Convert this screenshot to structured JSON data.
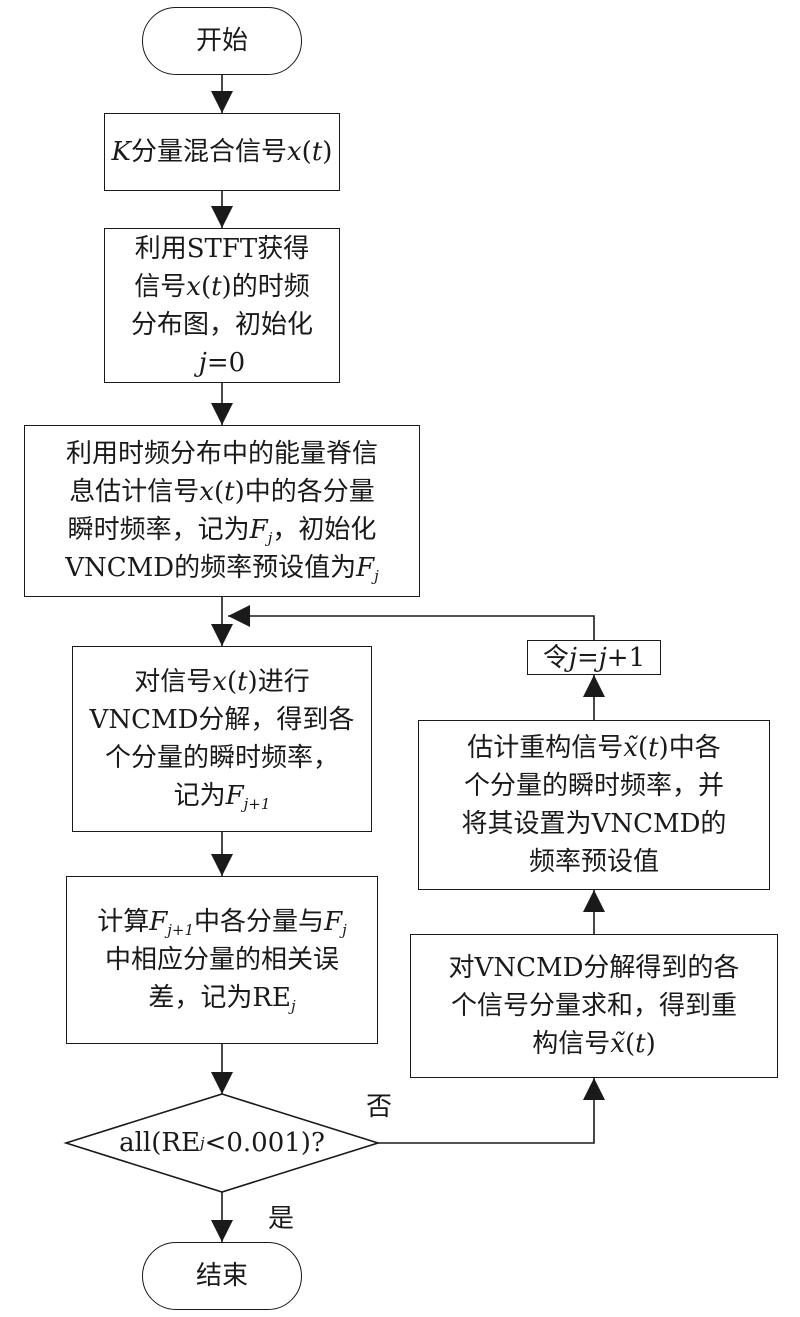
{
  "flowchart": {
    "start": "开始",
    "input": [
      "K",
      "分量混合信号",
      "x",
      "(",
      "t",
      ")"
    ],
    "stft": {
      "l1": "利用STFT获得",
      "l2": [
        "信号",
        "x",
        "(",
        "t",
        ")",
        "的时频"
      ],
      "l3": "分布图，初始化",
      "l4": [
        "j",
        "=0"
      ]
    },
    "estimate": {
      "l1": "利用时频分布中的能量脊信",
      "l2": [
        "息估计信号",
        "x",
        "(",
        "t",
        ")",
        "中的各分量"
      ],
      "l3": [
        "瞬时频率，记为",
        "F",
        "j",
        "，初始化"
      ],
      "l4": [
        "VNCMD的频率预设值为",
        "F",
        "j"
      ]
    },
    "decompose": {
      "l1": [
        "对信号",
        "x",
        "(",
        "t",
        ")",
        "进行"
      ],
      "l2": "VNCMD分解，得到各",
      "l3": "个分量的瞬时频率，",
      "l4": [
        "记为",
        "F",
        "j+1"
      ]
    },
    "error": {
      "l1": [
        "计算",
        "F",
        "j+1",
        "中各分量与",
        "F",
        "j"
      ],
      "l2": "中相应分量的相关误",
      "l3": [
        "差，记为RE",
        "j"
      ]
    },
    "decision": [
      "all(RE",
      "j",
      "<0.001)?"
    ],
    "yes_label": "是",
    "no_label": "否",
    "end": "结束",
    "sum": {
      "l1": "对VNCMD分解得到的各",
      "l2": "个信号分量求和，得到重",
      "l3": [
        "构信号",
        "x̃",
        "(",
        "t",
        ")"
      ]
    },
    "reestimate": {
      "l1": [
        "估计重构信号",
        "x̃",
        "(",
        "t",
        ")",
        "中各"
      ],
      "l2": "个分量的瞬时频率，并",
      "l3": "将其设置为VNCMD的",
      "l4": "频率预设值"
    },
    "increment": [
      "令",
      "j",
      "=",
      "j",
      "+1"
    ]
  },
  "colors": {
    "line": "#1a1a1a",
    "background": "#ffffff"
  }
}
